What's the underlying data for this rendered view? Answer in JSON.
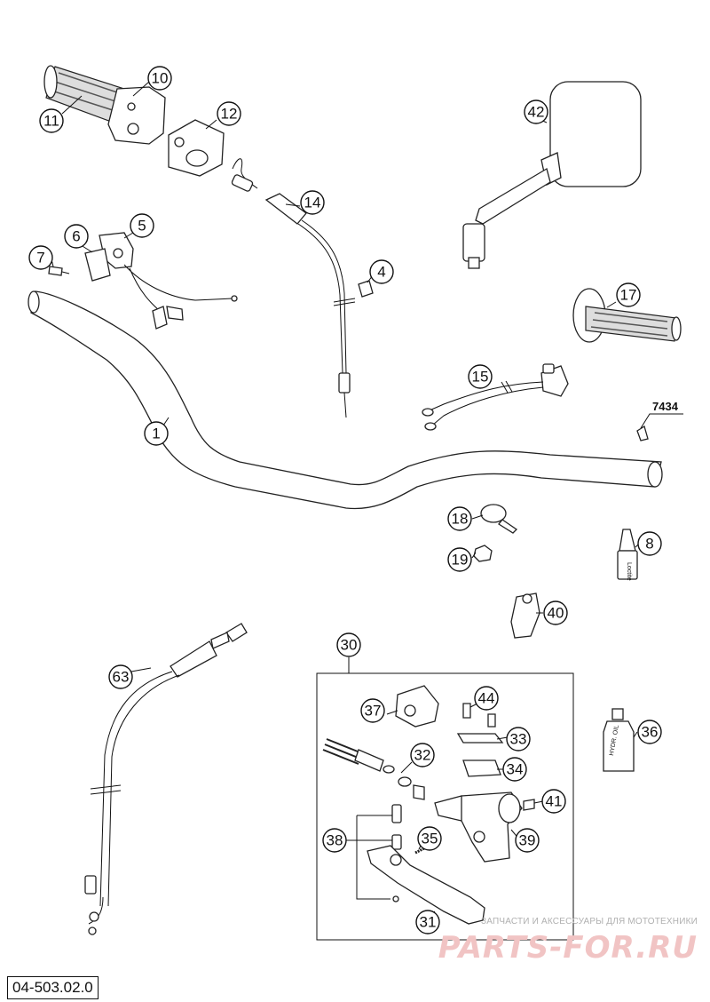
{
  "document": {
    "reference_code": "04-503.02.0",
    "part_numbers": [
      "1",
      "4",
      "5",
      "6",
      "7",
      "8",
      "10",
      "11",
      "12",
      "14",
      "15",
      "17",
      "18",
      "19",
      "30",
      "31",
      "32",
      "33",
      "34",
      "35",
      "36",
      "37",
      "38",
      "39",
      "40",
      "41",
      "42",
      "44",
      "63"
    ],
    "part_code_label": "7434",
    "bottle_label": "HYDR. OIL",
    "tube_label": "Loctite"
  },
  "watermark": {
    "caption": "ЗАПЧАСТИ И АКСЕССУАРЫ ДЛЯ МОТОТЕХНИКИ",
    "brand": "PARTS-FOR.RU"
  },
  "colors": {
    "line": "#222222",
    "watermark": "#f1c4c4"
  }
}
